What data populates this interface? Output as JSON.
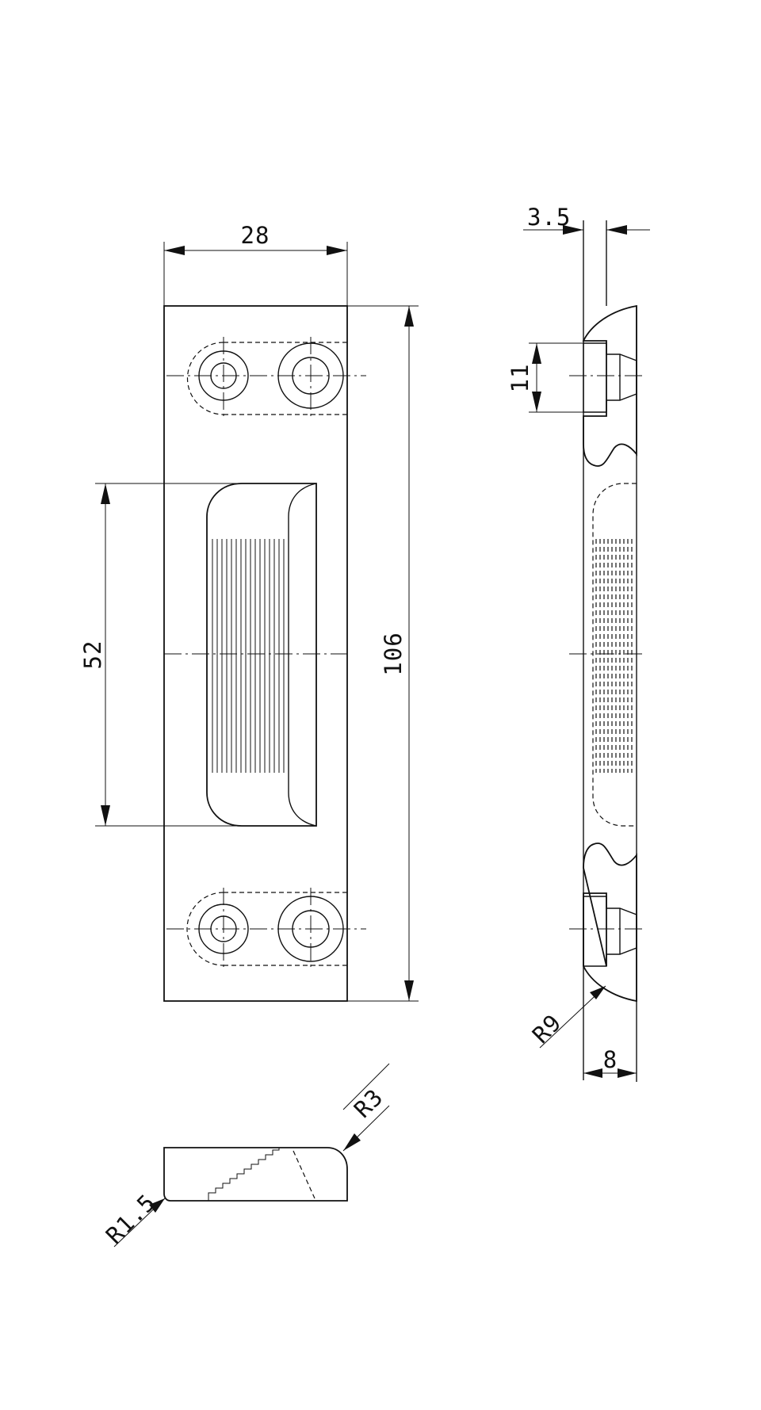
{
  "dimensions": {
    "front_width": "28",
    "front_height": "106",
    "recess_length": "52",
    "side_plate_thickness": "3.5",
    "side_hole_diameter": "11",
    "side_overall_thickness": "8",
    "side_radius": "R9",
    "section_radius_large": "R3",
    "section_radius_small": "R1.5"
  }
}
